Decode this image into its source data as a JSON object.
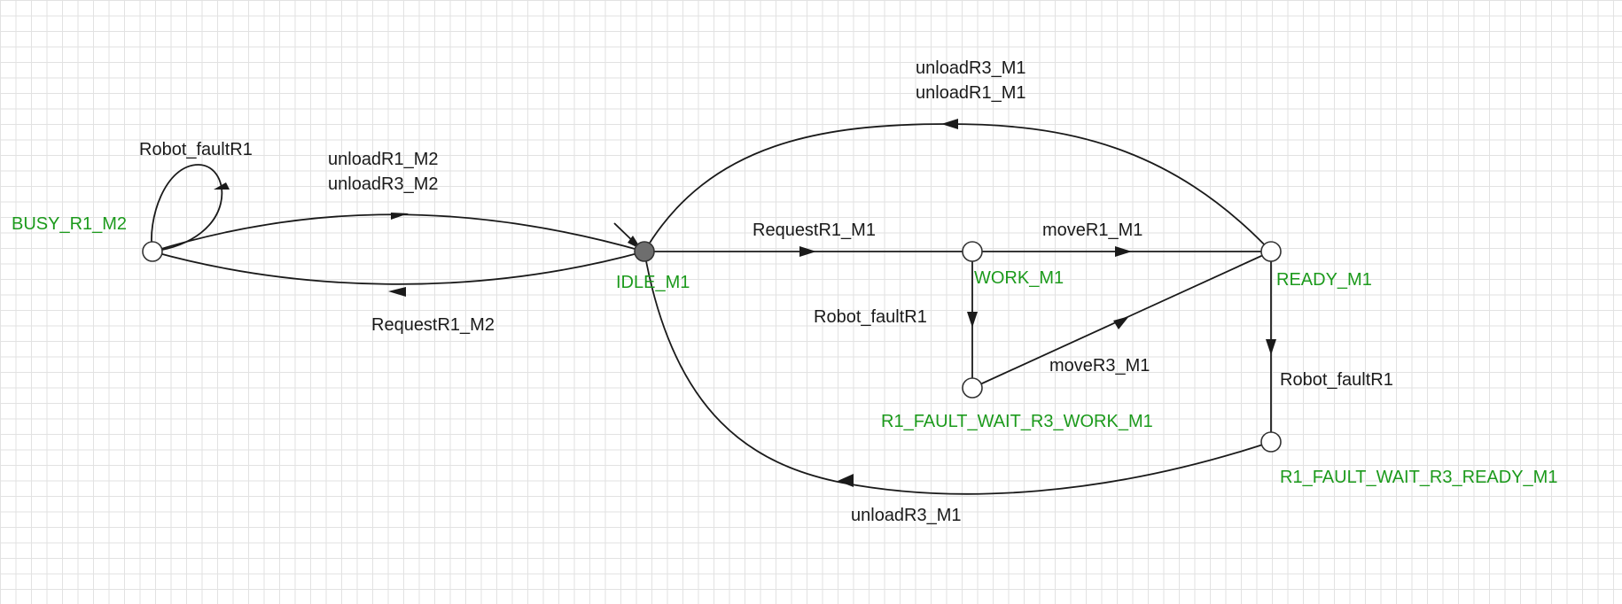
{
  "colors": {
    "state_label": "#1c9a1c",
    "edge": "#1a1a1a",
    "initial_state_fill": "#6e6e6e",
    "grid": "#e2e2e2"
  },
  "states": [
    {
      "id": "busy",
      "name": "BUSY_R1_M2",
      "initial": false
    },
    {
      "id": "idle",
      "name": "IDLE_M1",
      "initial": true
    },
    {
      "id": "work",
      "name": "WORK_M1",
      "initial": false
    },
    {
      "id": "ready",
      "name": "READY_M1",
      "initial": false
    },
    {
      "id": "fwork",
      "name": "R1_FAULT_WAIT_R3_WORK_M1",
      "initial": false
    },
    {
      "id": "fready",
      "name": "R1_FAULT_WAIT_R3_READY_M1",
      "initial": false
    }
  ],
  "transitions": [
    {
      "from": "busy",
      "to": "busy",
      "labels": [
        "Robot_faultR1"
      ]
    },
    {
      "from": "busy",
      "to": "idle",
      "labels": [
        "unloadR1_M2",
        "unloadR3_M2"
      ]
    },
    {
      "from": "idle",
      "to": "busy",
      "labels": [
        "RequestR1_M2"
      ]
    },
    {
      "from": "idle",
      "to": "work",
      "labels": [
        "RequestR1_M1"
      ]
    },
    {
      "from": "work",
      "to": "ready",
      "labels": [
        "moveR1_M1"
      ]
    },
    {
      "from": "ready",
      "to": "idle",
      "labels": [
        "unloadR3_M1",
        "unloadR1_M1"
      ]
    },
    {
      "from": "work",
      "to": "fwork",
      "labels": [
        "Robot_faultR1"
      ]
    },
    {
      "from": "fwork",
      "to": "ready",
      "labels": [
        "moveR3_M1"
      ]
    },
    {
      "from": "ready",
      "to": "fready",
      "labels": [
        "Robot_faultR1"
      ]
    },
    {
      "from": "fready",
      "to": "idle",
      "labels": [
        "unloadR3_M1"
      ]
    }
  ]
}
